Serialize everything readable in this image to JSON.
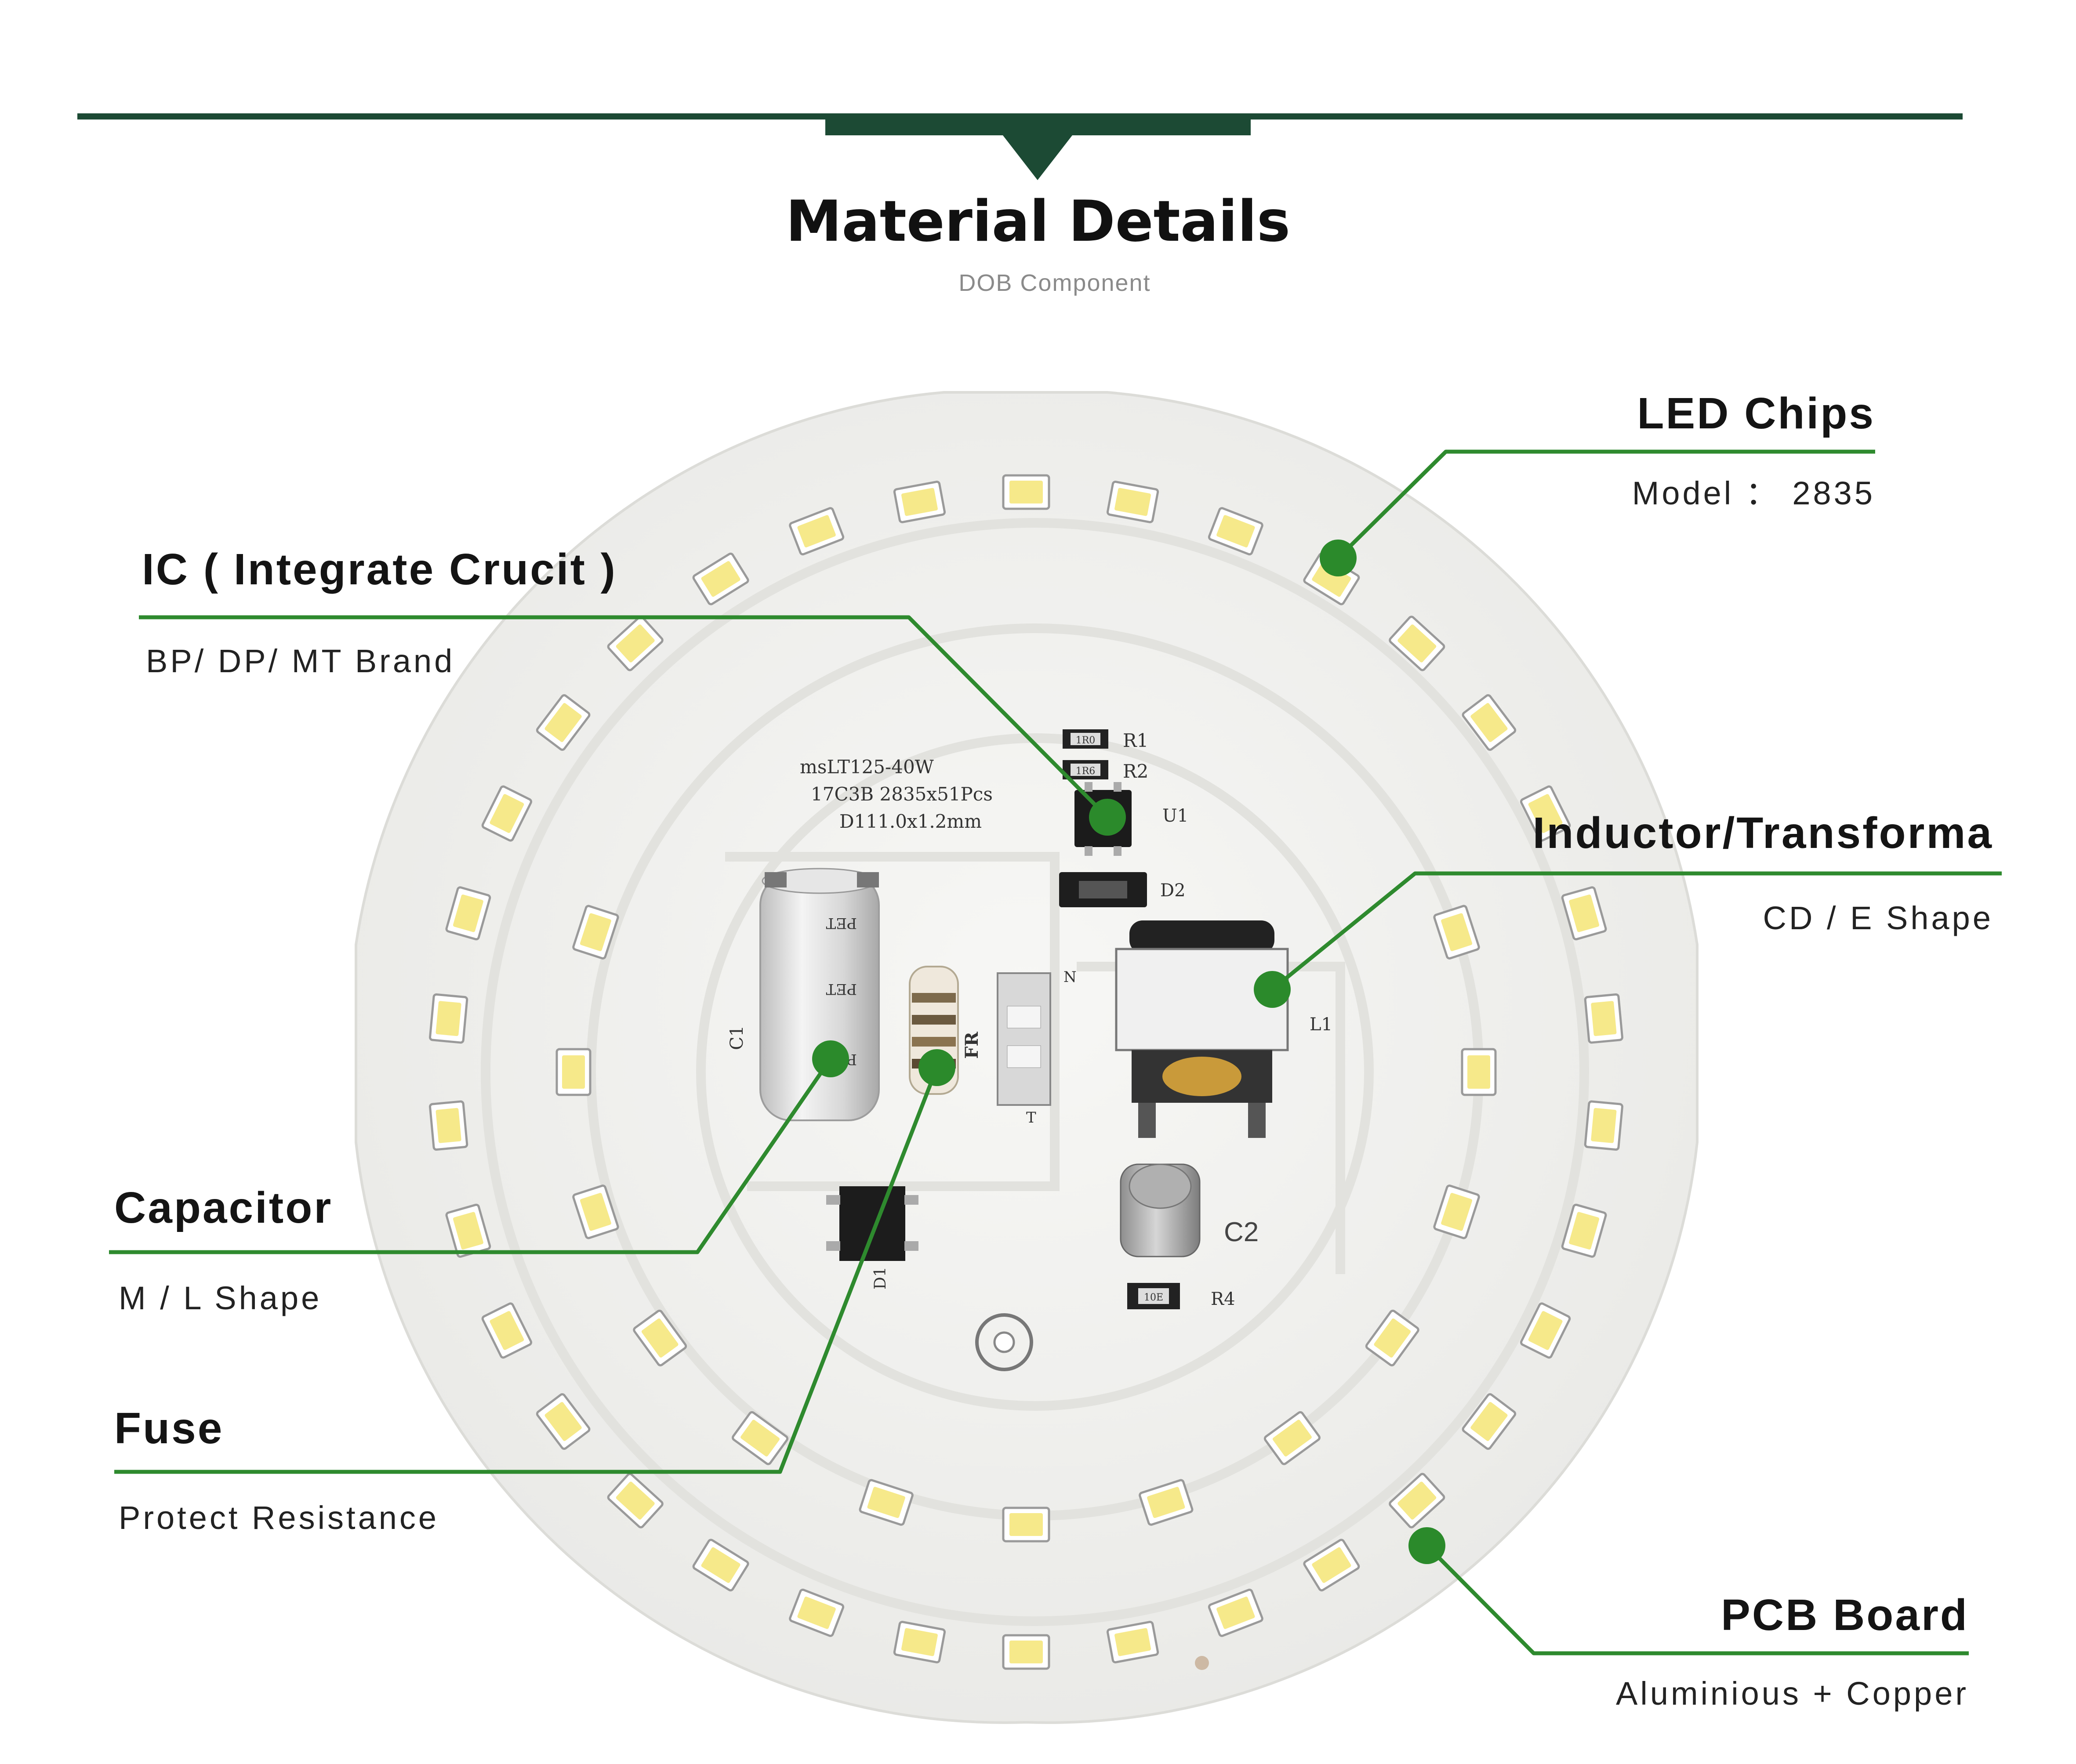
{
  "header": {
    "title": "Material Details",
    "subtitle": "DOB Component"
  },
  "colors": {
    "accent": "#1c4a34",
    "callout_line": "#2e8a2e",
    "callout_dot": "#2b8a2b",
    "pcb": "#f1f1ef",
    "led_yellow": "#f6e98a"
  },
  "callouts": [
    {
      "id": "led-chips",
      "title": "LED Chips",
      "subtitle": "Model ： 2835"
    },
    {
      "id": "ic",
      "title": "IC ( Integrate Crucit )",
      "subtitle": "BP/ DP/ MT Brand"
    },
    {
      "id": "inductor",
      "title": "Inductor/Transforma",
      "subtitle": "CD / E Shape"
    },
    {
      "id": "capacitor",
      "title": "Capacitor",
      "subtitle": "M / L Shape"
    },
    {
      "id": "fuse",
      "title": "Fuse",
      "subtitle": "Protect Resistance"
    },
    {
      "id": "pcb",
      "title": "PCB Board",
      "subtitle": "Aluminious + Copper"
    }
  ],
  "board_labels": {
    "line1": "msLT125-40W",
    "line2": "17C3B  2835x51Pcs",
    "line3": "D111.0x1.2mm",
    "r1": "R1",
    "r2": "R2",
    "u1": "U1",
    "d2": "D2",
    "l1": "L1",
    "c1": "C1",
    "c2": "C2",
    "d1": "D1",
    "r4": "R4",
    "fr": "FR",
    "n": "N",
    "t": "T",
    "pet": "PET",
    "r1_code": "1R0",
    "r2_code": "1R6",
    "r4_code": "10E"
  }
}
